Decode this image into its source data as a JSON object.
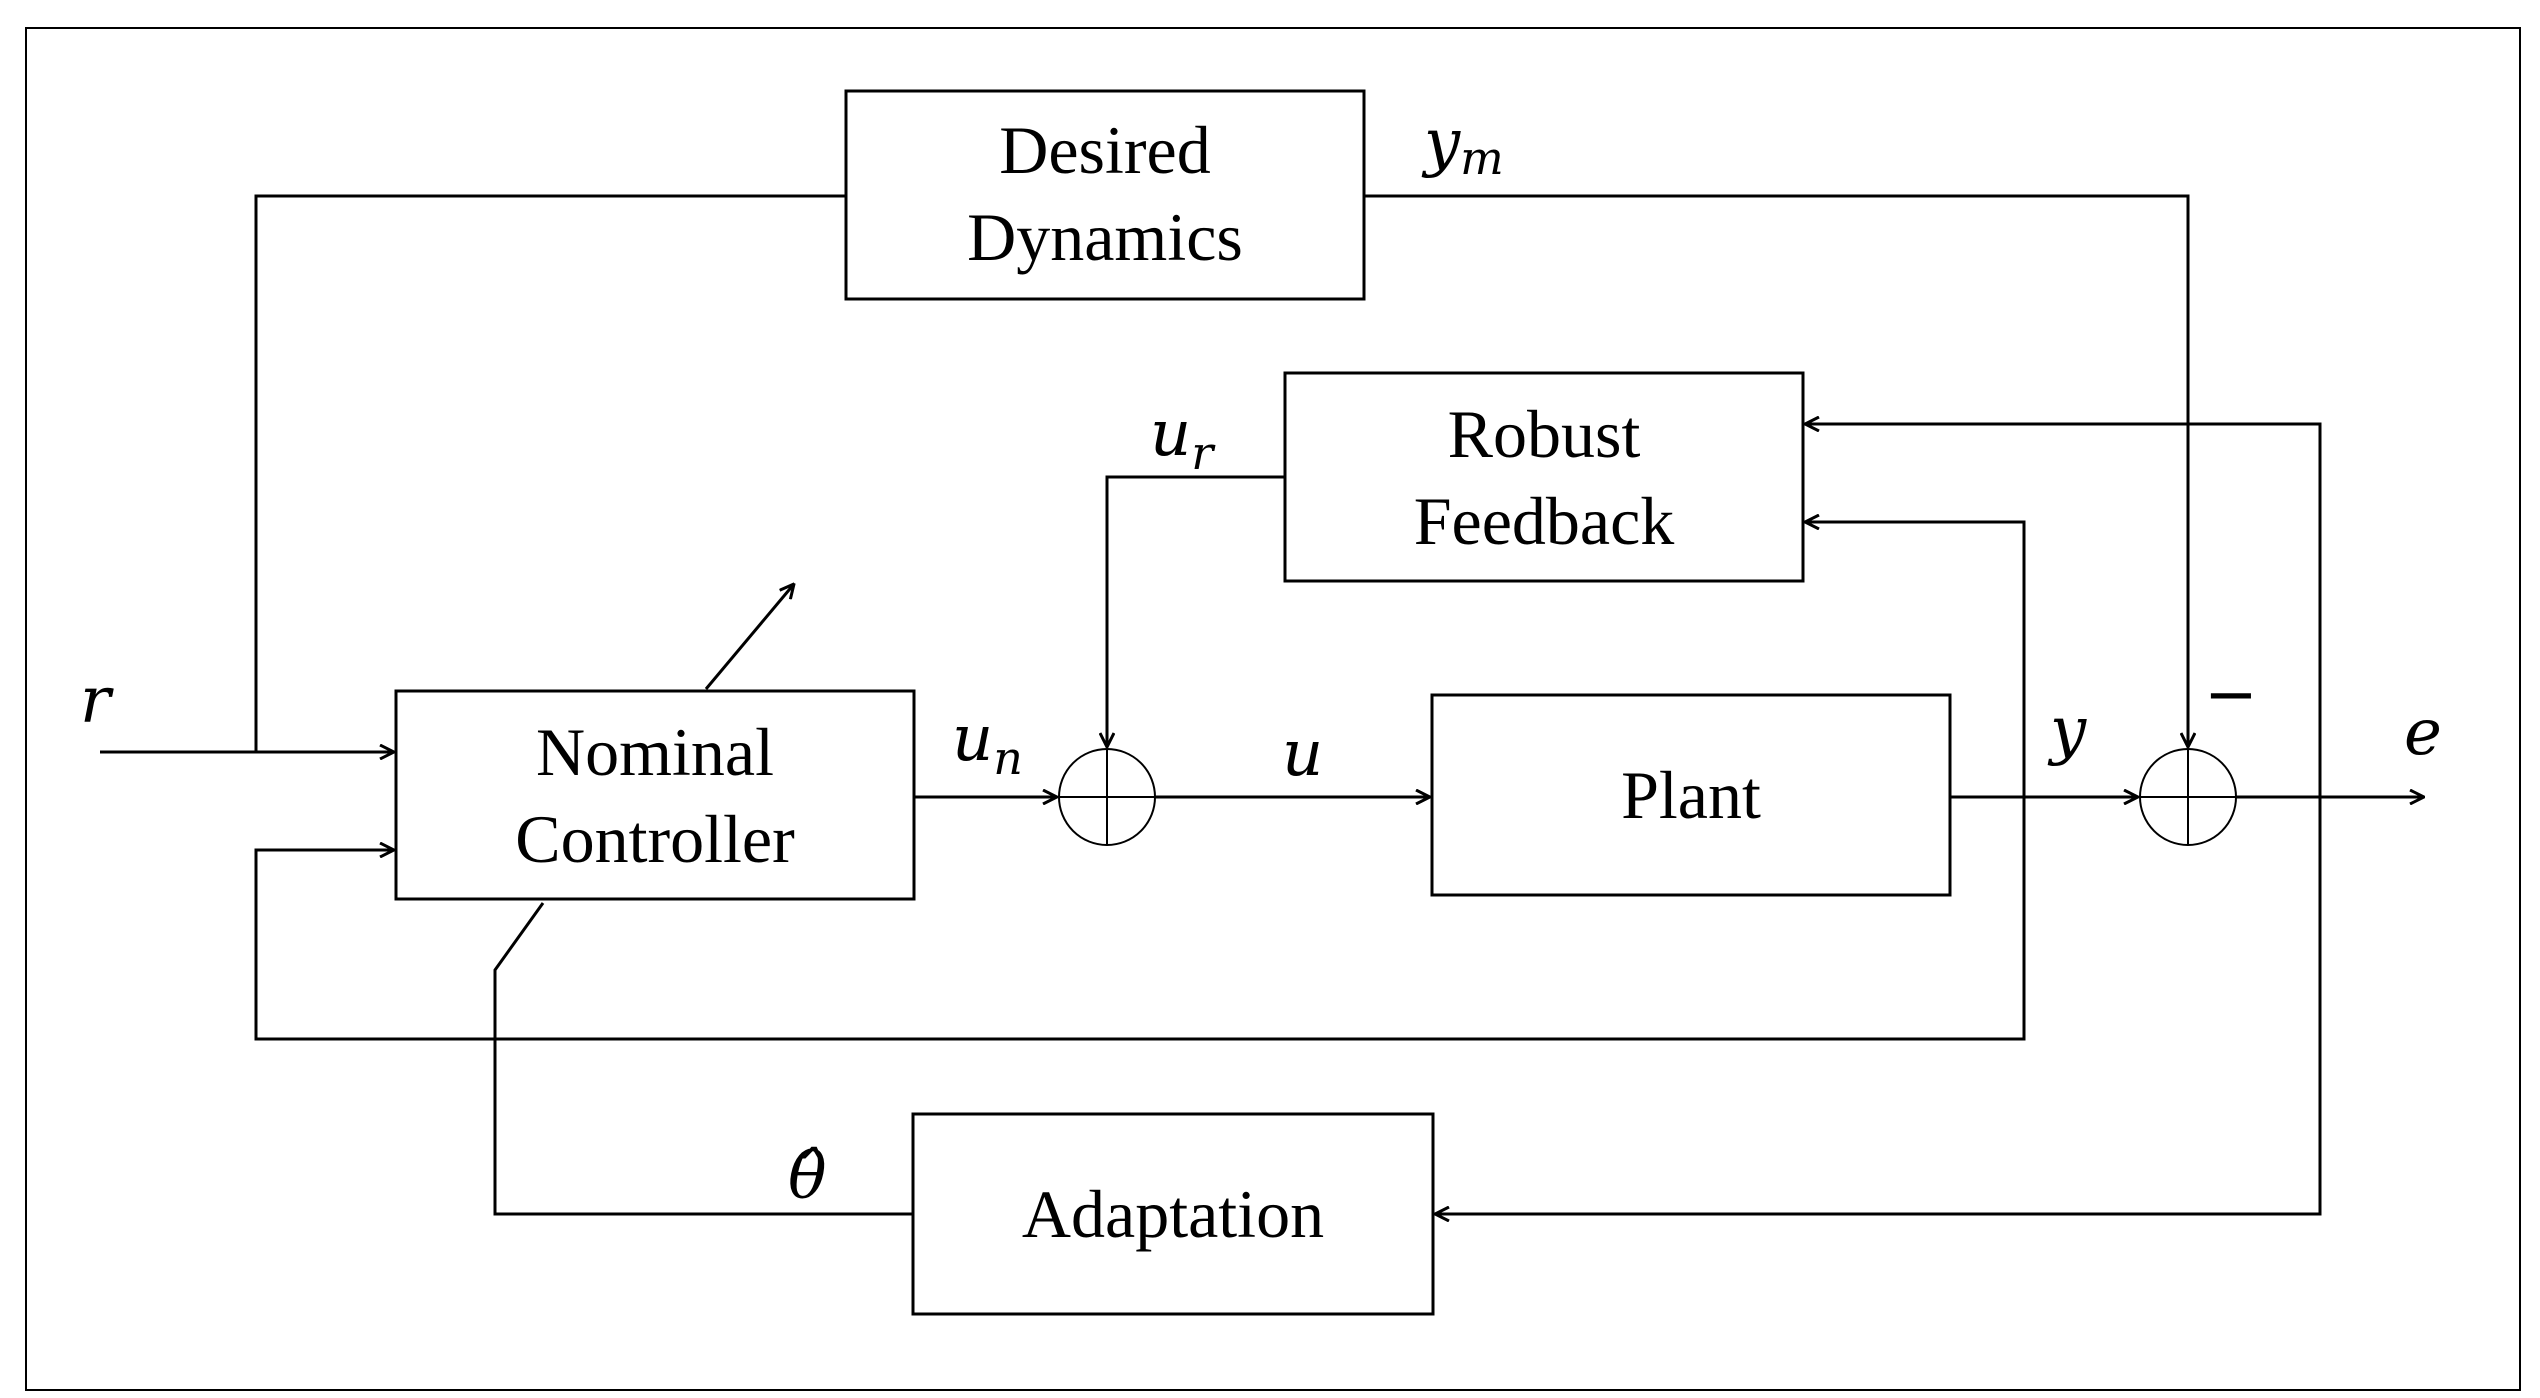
{
  "blocks": {
    "desired_dynamics": {
      "line1": "Desired",
      "line2": "Dynamics"
    },
    "robust_feedback": {
      "line1": "Robust",
      "line2": "Feedback"
    },
    "nominal_controller": {
      "line1": "Nominal",
      "line2": "Controller"
    },
    "plant": {
      "label": "Plant"
    },
    "adaptation": {
      "label": "Adaptation"
    }
  },
  "signals": {
    "r": "r",
    "y_m": {
      "base": "y",
      "sub": "m"
    },
    "u_r": {
      "base": "u",
      "sub": "r"
    },
    "u_n": {
      "base": "u",
      "sub": "n"
    },
    "u": "u",
    "y": "y",
    "e": "e",
    "theta_hat": "θ̂",
    "minus_sign": "−"
  },
  "colors": {
    "stroke": "#000000",
    "background": "#ffffff"
  }
}
